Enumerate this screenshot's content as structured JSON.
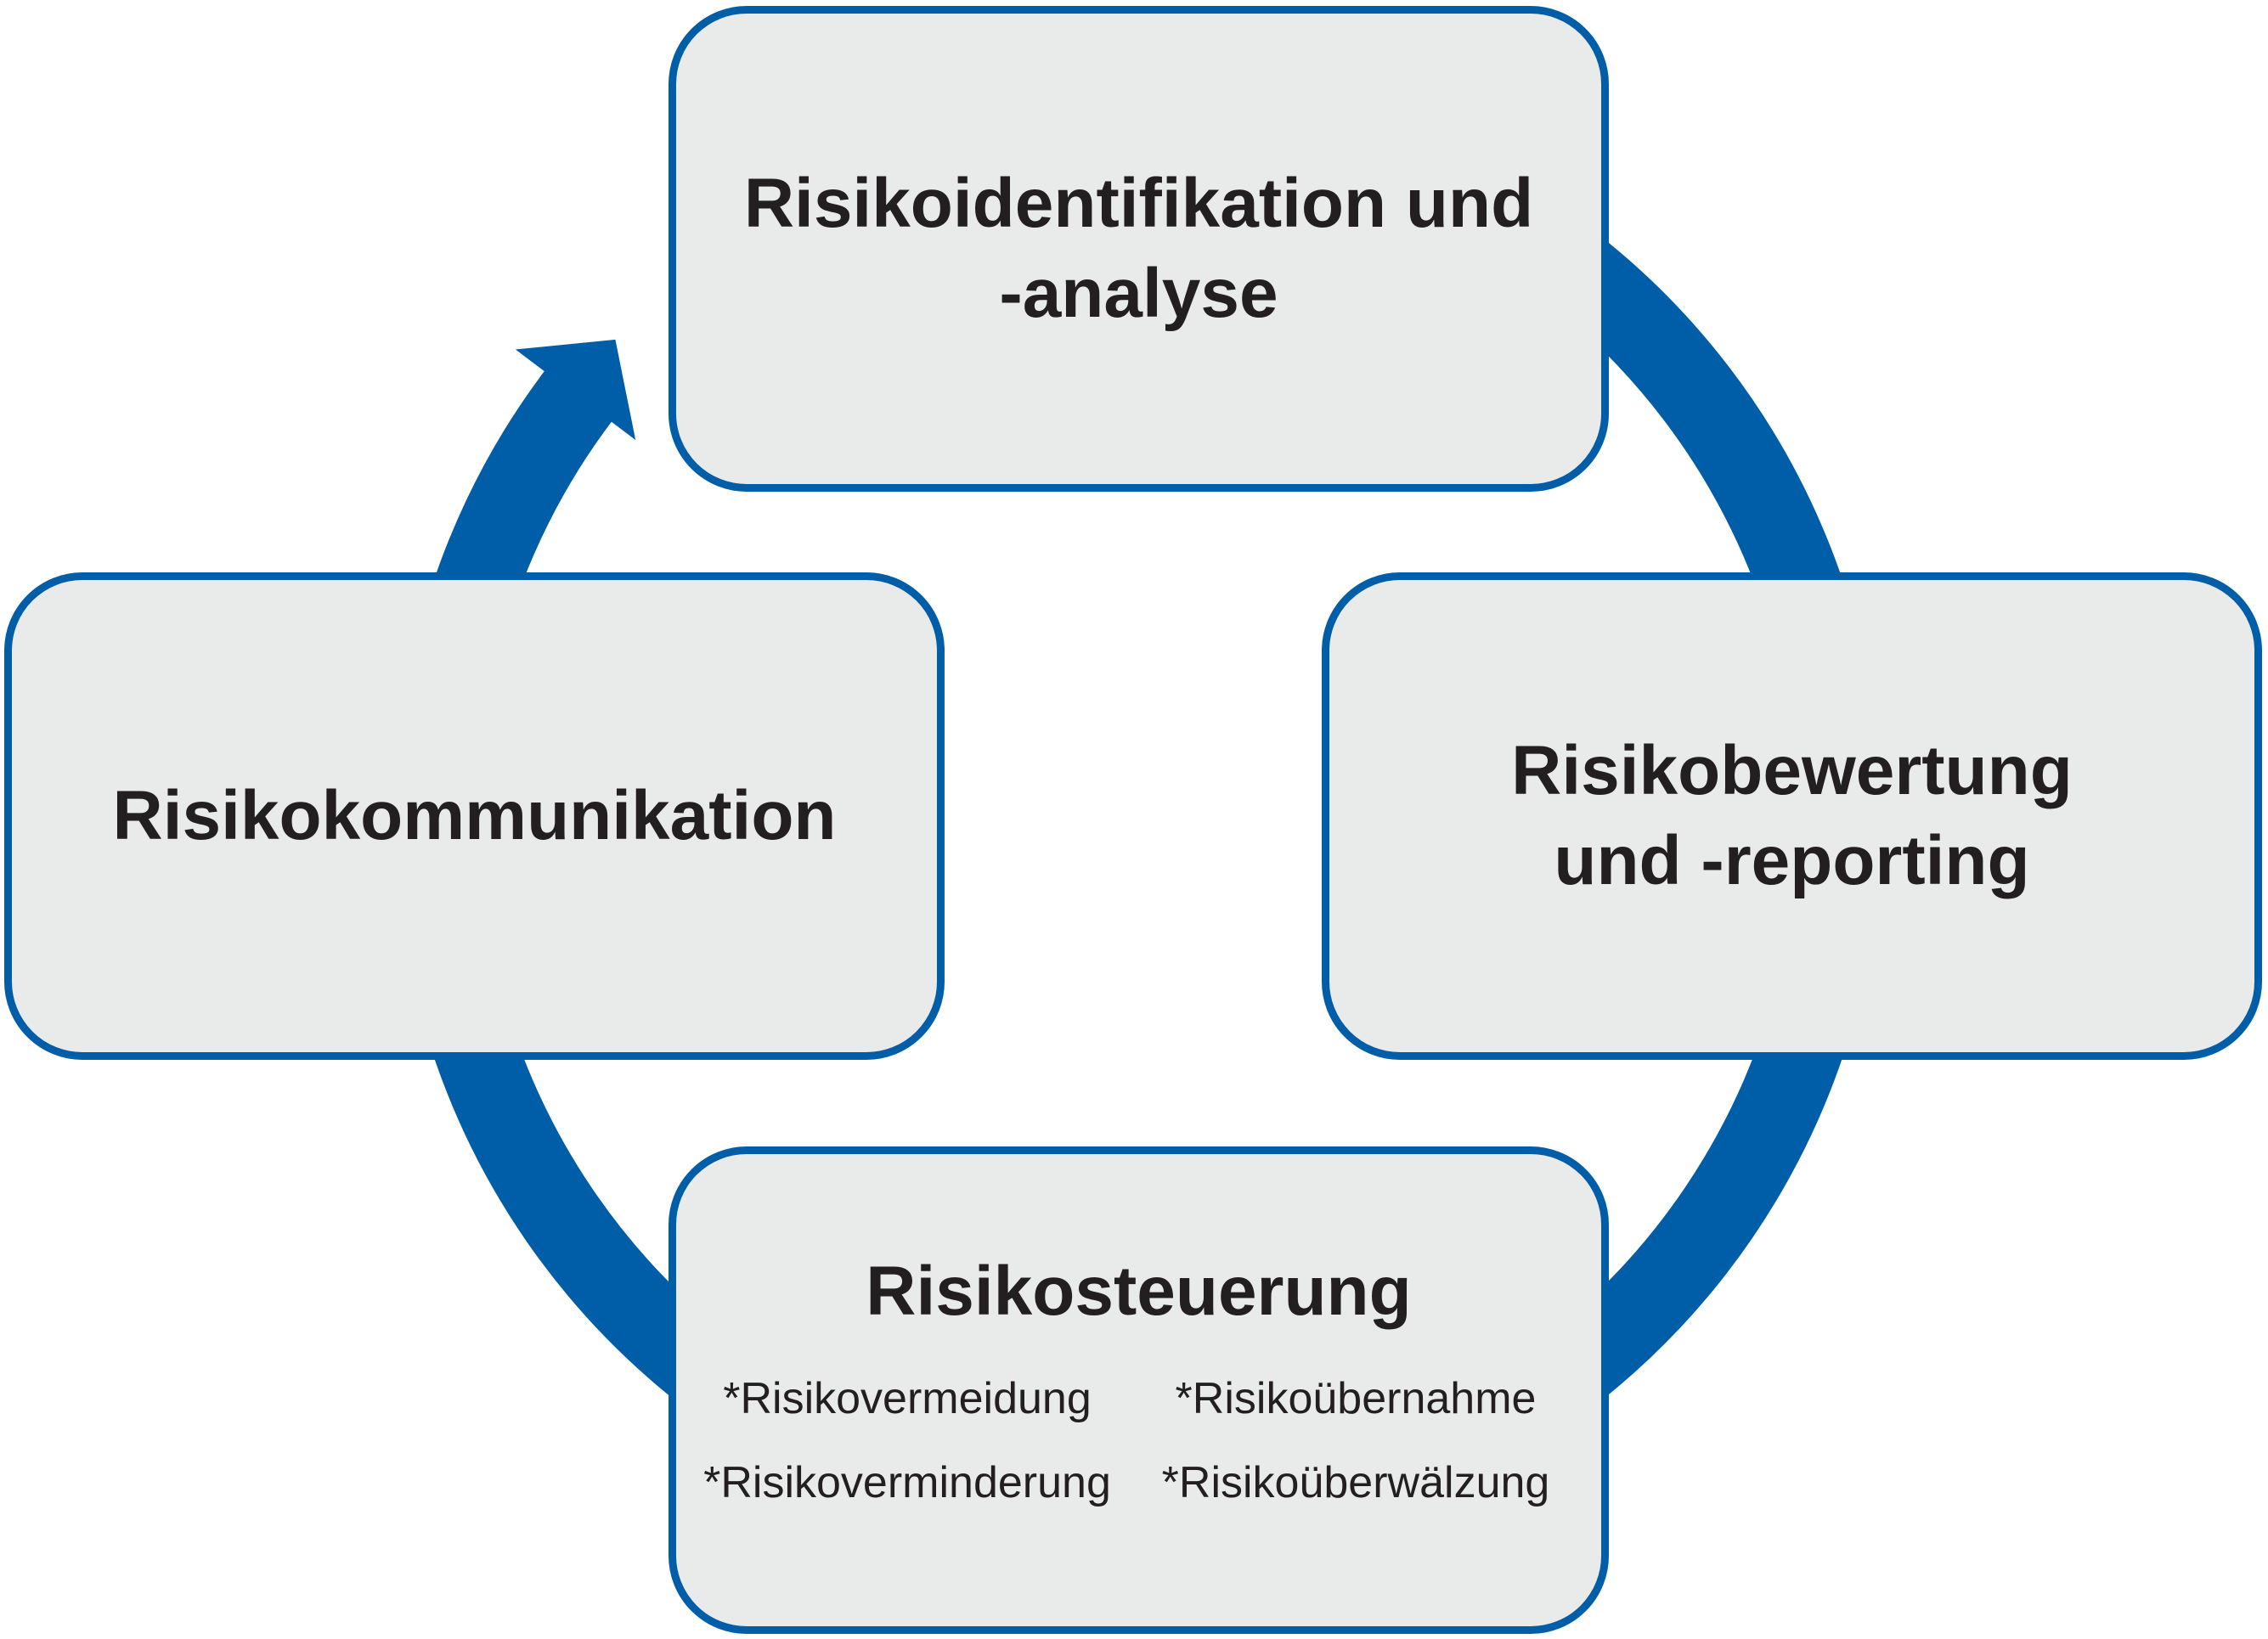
{
  "colors": {
    "accent": "#005EA8",
    "box_fill": "#E9EBEB",
    "text": "#231F20"
  },
  "stages": {
    "identification": {
      "lines": [
        "Risikoidentifikation und",
        "-analyse"
      ]
    },
    "assessment": {
      "lines": [
        "Risikobewertung",
        "und -reporting"
      ]
    },
    "control": {
      "title": "Risikosteuerung",
      "measures": [
        "*Risikovermeidung",
        "*Risikoübernahme",
        "*Risikoverminderung",
        "*Risikoüberwälzung"
      ]
    },
    "communication": {
      "lines": [
        "Risikokommunikation"
      ]
    }
  },
  "icons": {
    "cycle": "clockwise-cycle-arrow-icon"
  }
}
